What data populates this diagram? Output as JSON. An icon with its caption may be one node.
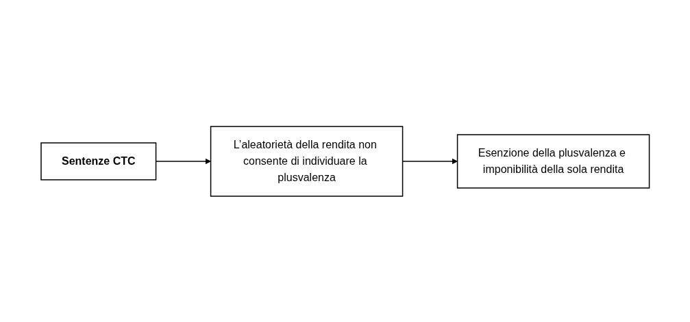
{
  "diagram": {
    "nodes": [
      {
        "text": [
          "Sentenze CTC"
        ]
      },
      {
        "text": [
          "L’aleatorietà della rendita non consente di individuare la plusvalenza"
        ]
      },
      {
        "text": [
          "Esenzione della plusvalenza e imponibilità della sola rendita"
        ]
      }
    ],
    "edges": [
      {
        "from": 0,
        "to": 1,
        "arrow": "to"
      },
      {
        "from": 1,
        "to": 2,
        "arrow": "to"
      }
    ]
  }
}
